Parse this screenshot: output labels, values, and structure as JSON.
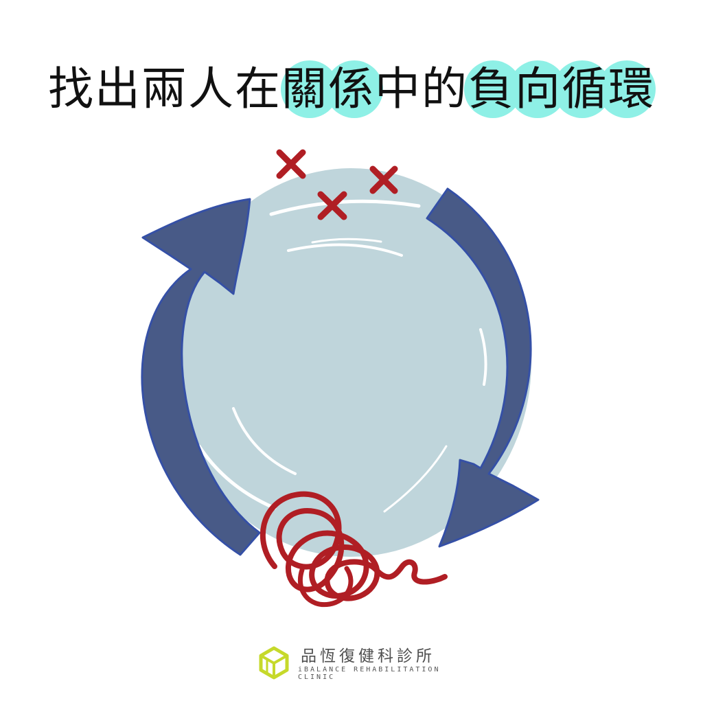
{
  "headline": {
    "plain_1": "找出兩人在",
    "highlight_1": "關係",
    "plain_2": "中的",
    "highlight_2": "負向循環"
  },
  "brand": {
    "name": "品恆復健科診所",
    "tagline": "iBALANCE REHABILITATION CLINIC"
  },
  "colors": {
    "highlight": "#8ef0e6",
    "circle": "#bfd5db",
    "arrow": "#485a87",
    "arrow_edge": "#3550a6",
    "mark_red": "#b01e24",
    "logo_green": "#c6d92b"
  },
  "icons": [
    "cycle-arrow-left",
    "cycle-arrow-right",
    "x-mark",
    "tangled-scribble",
    "hexagon-cube-logo"
  ]
}
